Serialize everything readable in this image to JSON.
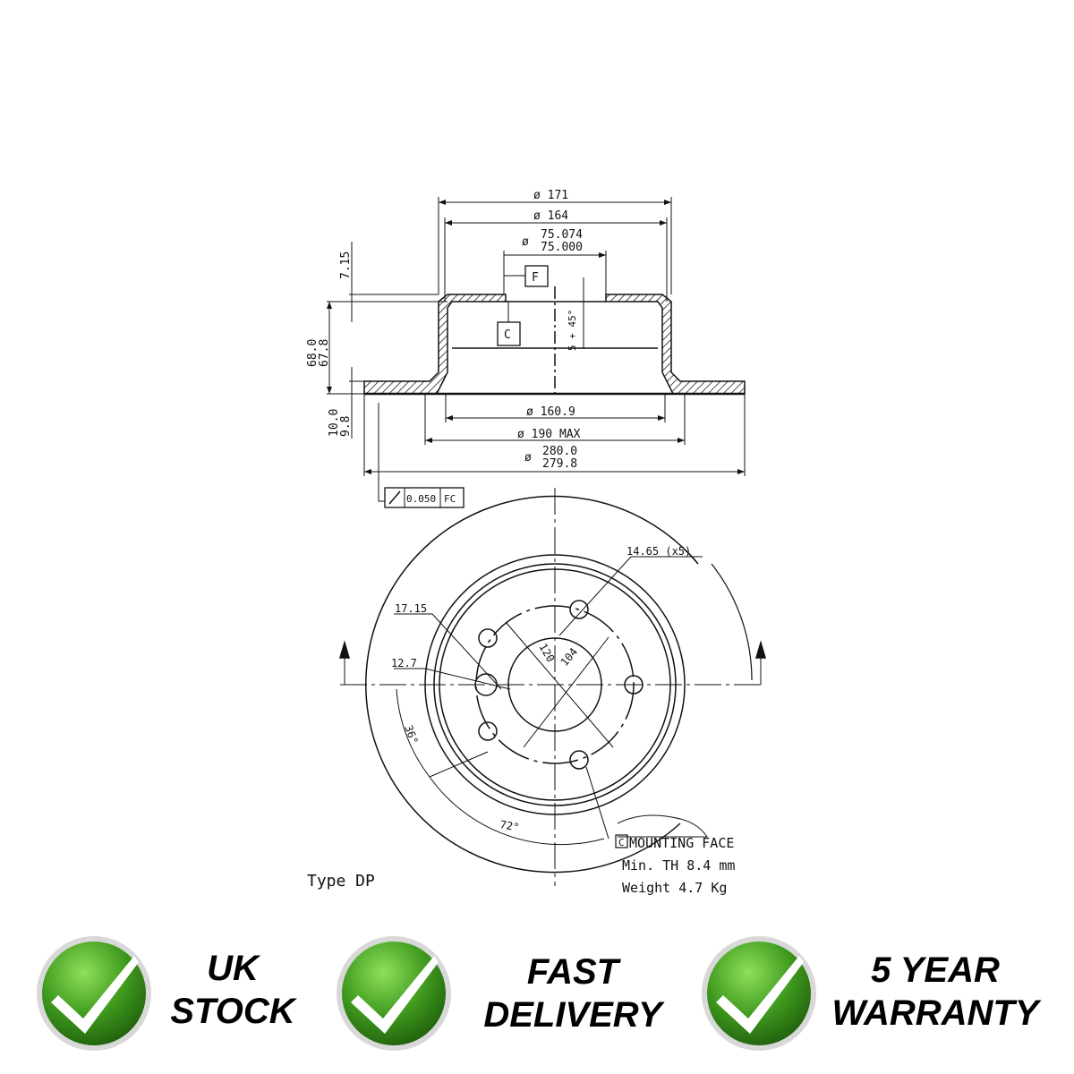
{
  "drawing": {
    "section": {
      "dim_171": "ø 171",
      "dim_164": "ø 164",
      "dim_75_upper": "75.074",
      "dim_75_lower": "75.000",
      "dim_75_symbol": "ø",
      "ref_f": "F",
      "ref_c": "C",
      "chamfer": "5 + 45°",
      "dim_7_15": "7.15",
      "dim_68_0": "68.0",
      "dim_67_8": "67.8",
      "dim_10_0": "10.0",
      "dim_9_8": "9.8",
      "dim_160_9": "ø 160.9",
      "dim_190": "ø 190 MAX",
      "dim_280_upper": "280.0",
      "dim_280_lower": "279.8",
      "dim_280_symbol": "ø",
      "tolerance_value": "0.050",
      "tolerance_ref": "FC"
    },
    "front": {
      "hole_dia": "14.65 (x5)",
      "dim_17_15": "17.15",
      "dim_12_7": "12.7",
      "dim_120": "120",
      "dim_104": "104",
      "angle_36": "36°",
      "angle_72": "72°"
    },
    "notes": {
      "mounting_ref": "C",
      "mounting_face": "MOUNTING FACE",
      "min_th": "Min. TH 8.4 mm",
      "weight": "Weight 4.7 Kg",
      "type": "Type DP"
    }
  },
  "badges": [
    {
      "line1": "UK",
      "line2": "STOCK"
    },
    {
      "line1": "FAST",
      "line2": "DELIVERY"
    },
    {
      "line1": "5 YEAR",
      "line2": "WARRANTY"
    }
  ],
  "colors": {
    "badge_green": "#3f9a1e",
    "badge_dark": "#1f5e0c",
    "line": "#111111"
  }
}
